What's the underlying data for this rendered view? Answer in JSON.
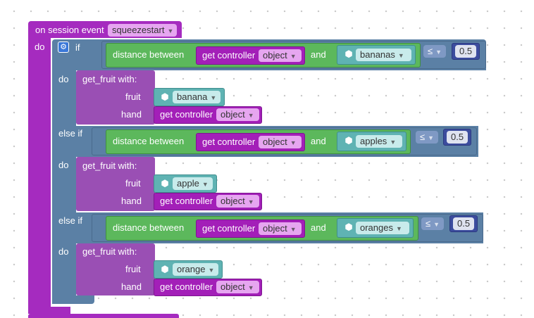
{
  "event": {
    "label": "on session event",
    "value": "squeezestart",
    "do_label": "do"
  },
  "ifblock": {
    "if_label": "if",
    "elseif_label": "else if",
    "do_label": "do"
  },
  "common": {
    "distance_label": "distance between",
    "get_controller_label": "get controller",
    "object_value": "object",
    "and_label": "and",
    "compare_op": "≤",
    "threshold": "0.5",
    "func_label": "get_fruit  with:",
    "fruit_param": "fruit",
    "hand_param": "hand"
  },
  "branches": [
    {
      "target": "bananas",
      "fruit": "banana"
    },
    {
      "target": "apples",
      "fruit": "apple"
    },
    {
      "target": "oranges",
      "fruit": "orange"
    }
  ],
  "icons": {
    "dropdown": "chevron-down-icon",
    "object": "cube-icon",
    "mutator": "gear-icon"
  },
  "colors": {
    "event": "#a52bbf",
    "control": "#5b80a5",
    "distance": "#5cb85c",
    "function": "#9a4fb4",
    "object": "#5fb3b3",
    "number": "#3c4c9e"
  }
}
